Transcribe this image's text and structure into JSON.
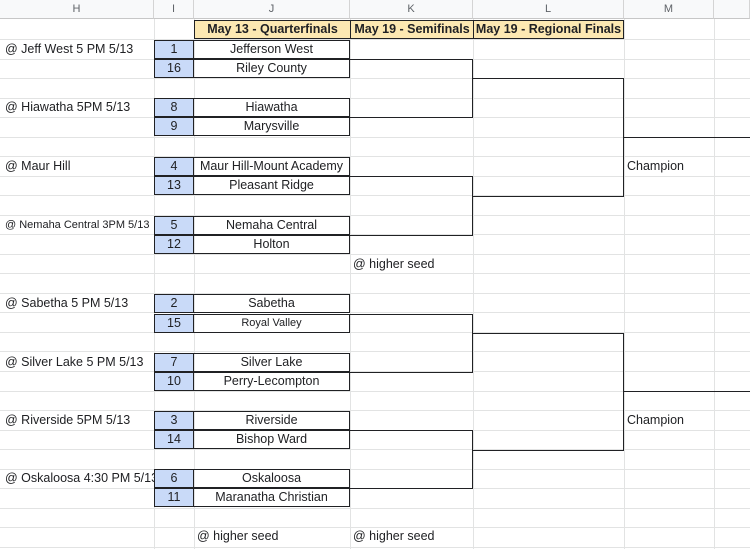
{
  "columns": [
    "H",
    "I",
    "J",
    "K",
    "L",
    "M"
  ],
  "stage_headers": {
    "quarterfinals": "May 13 - Quarterfinals",
    "semifinals": "May 19 - Semifinals",
    "regional_finals": "May 19 - Regional Finals"
  },
  "matchups": [
    {
      "location": "@ Jeff West 5 PM 5/13",
      "teams": [
        {
          "seed": "1",
          "name": "Jefferson West"
        },
        {
          "seed": "16",
          "name": "Riley County"
        }
      ]
    },
    {
      "location": "@ Hiawatha 5PM 5/13",
      "teams": [
        {
          "seed": "8",
          "name": "Hiawatha"
        },
        {
          "seed": "9",
          "name": "Marysville"
        }
      ]
    },
    {
      "location": "@ Maur Hill",
      "teams": [
        {
          "seed": "4",
          "name": "Maur Hill-Mount Academy"
        },
        {
          "seed": "13",
          "name": "Pleasant Ridge"
        }
      ]
    },
    {
      "location": "@ Nemaha Central 3PM 5/13",
      "teams": [
        {
          "seed": "5",
          "name": "Nemaha Central"
        },
        {
          "seed": "12",
          "name": "Holton"
        }
      ]
    },
    {
      "location": "@ Sabetha 5 PM 5/13",
      "teams": [
        {
          "seed": "2",
          "name": "Sabetha"
        },
        {
          "seed": "15",
          "name": "Royal Valley"
        }
      ]
    },
    {
      "location": "@ Silver Lake 5 PM 5/13",
      "teams": [
        {
          "seed": "7",
          "name": "Silver Lake"
        },
        {
          "seed": "10",
          "name": "Perry-Lecompton"
        }
      ]
    },
    {
      "location": "@ Riverside 5PM 5/13",
      "teams": [
        {
          "seed": "3",
          "name": "Riverside"
        },
        {
          "seed": "14",
          "name": "Bishop Ward"
        }
      ]
    },
    {
      "location": "@ Oskaloosa 4:30 PM 5/13",
      "teams": [
        {
          "seed": "6",
          "name": "Oskaloosa"
        },
        {
          "seed": "11",
          "name": "Maranatha Christian"
        }
      ]
    }
  ],
  "champion_label": "Champion",
  "higher_seed_note": "@ higher seed"
}
